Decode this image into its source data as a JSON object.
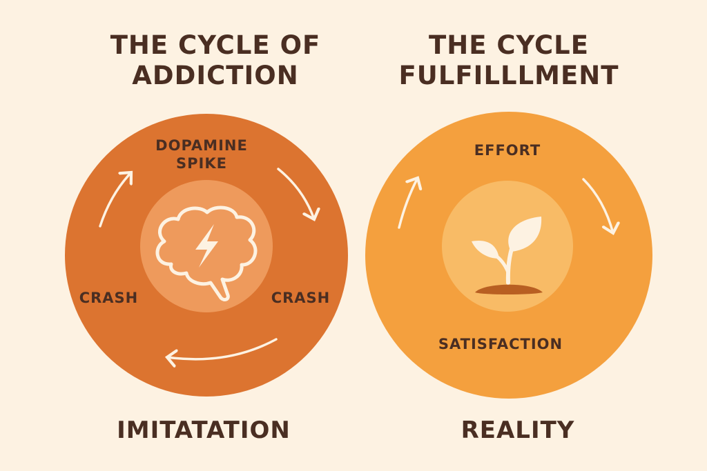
{
  "left": {
    "title_line1": "THE CYCLE OF",
    "title_line2": "ADDICTION",
    "top_label_line1": "DOPAMINE",
    "top_label_line2": "SPIKE",
    "left_label": "CRASH",
    "right_label": "CRASH",
    "footer": "IMITATATION",
    "icon": "brain-lightning-icon"
  },
  "right": {
    "title_line1": "THE CYCLE",
    "title_line2": "FULFILLLMENT",
    "top_label": "EFFORT",
    "bottom_label": "SATISFACTION",
    "footer": "REALITY",
    "icon": "sprout-icon"
  },
  "colors": {
    "background": "#fdf2e2",
    "addiction_circle": "#dc7430",
    "addiction_inner": "#ee9a5c",
    "fulfillment_circle": "#f4a03e",
    "fulfillment_inner": "#f8bb66",
    "text": "#4a2e22"
  }
}
